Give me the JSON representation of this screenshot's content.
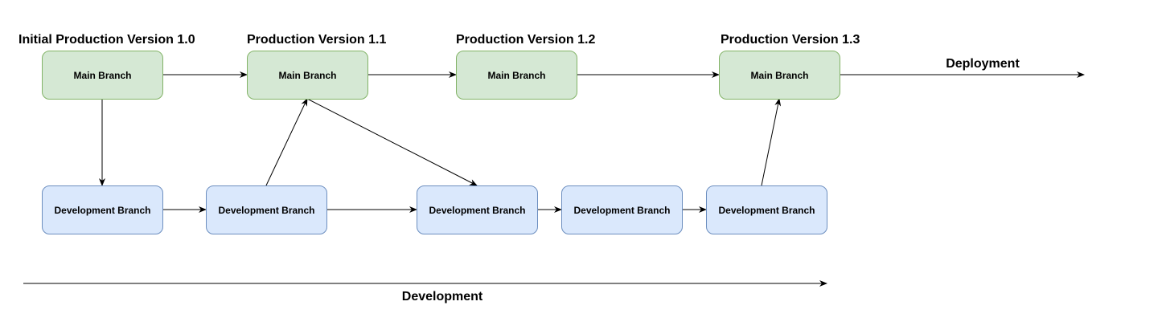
{
  "colors": {
    "main_fill": "#d5e8d4",
    "main_stroke": "#82b366",
    "dev_fill": "#dae8fc",
    "dev_stroke": "#6c8ebf",
    "line": "#000000"
  },
  "headings": {
    "v10": "Initial Production Version 1.0",
    "v11": "Production Version 1.1",
    "v12": "Production Version 1.2",
    "v13": "Production Version 1.3",
    "deployment": "Deployment",
    "development": "Development"
  },
  "nodes": {
    "main_1": "Main Branch",
    "main_2": "Main Branch",
    "main_3": "Main Branch",
    "main_4": "Main Branch",
    "dev_1": "Development Branch",
    "dev_2": "Development Branch",
    "dev_3": "Development Branch",
    "dev_4": "Development Branch",
    "dev_5": "Development Branch"
  },
  "edges": [
    {
      "from": "main_1",
      "to": "main_2"
    },
    {
      "from": "main_2",
      "to": "main_3"
    },
    {
      "from": "main_3",
      "to": "main_4"
    },
    {
      "from": "main_1",
      "to": "dev_1"
    },
    {
      "from": "dev_1",
      "to": "dev_2"
    },
    {
      "from": "dev_2",
      "to": "main_2"
    },
    {
      "from": "main_2",
      "to": "dev_3"
    },
    {
      "from": "dev_2",
      "to": "dev_3"
    },
    {
      "from": "dev_3",
      "to": "dev_4"
    },
    {
      "from": "dev_4",
      "to": "dev_5"
    },
    {
      "from": "dev_5",
      "to": "main_4"
    },
    {
      "from": "main_4",
      "to": "deployment-axis"
    },
    {
      "from": "development-axis-start",
      "to": "development-axis-end"
    }
  ]
}
